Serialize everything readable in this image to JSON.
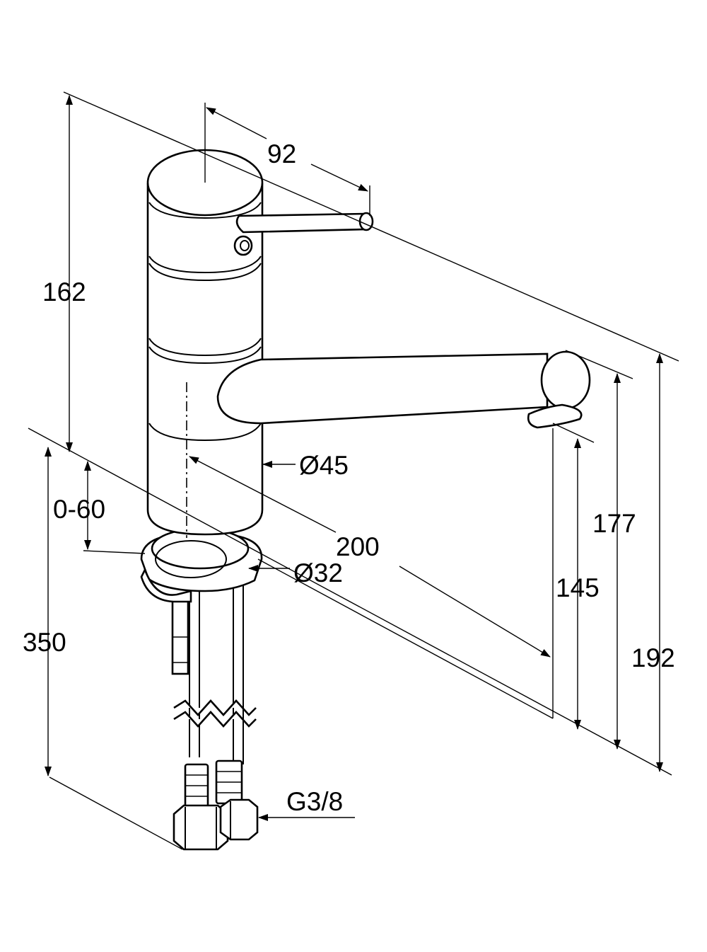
{
  "dimensions": {
    "reach": "92",
    "body_height": "162",
    "adjustment": "0-60",
    "body_diameter": "Ø45",
    "spout_length": "200",
    "hole_diameter": "Ø32",
    "hose_length": "350",
    "connection": "G3/8",
    "spout_height_145": "145",
    "spout_height_177": "177",
    "total_height": "192"
  }
}
